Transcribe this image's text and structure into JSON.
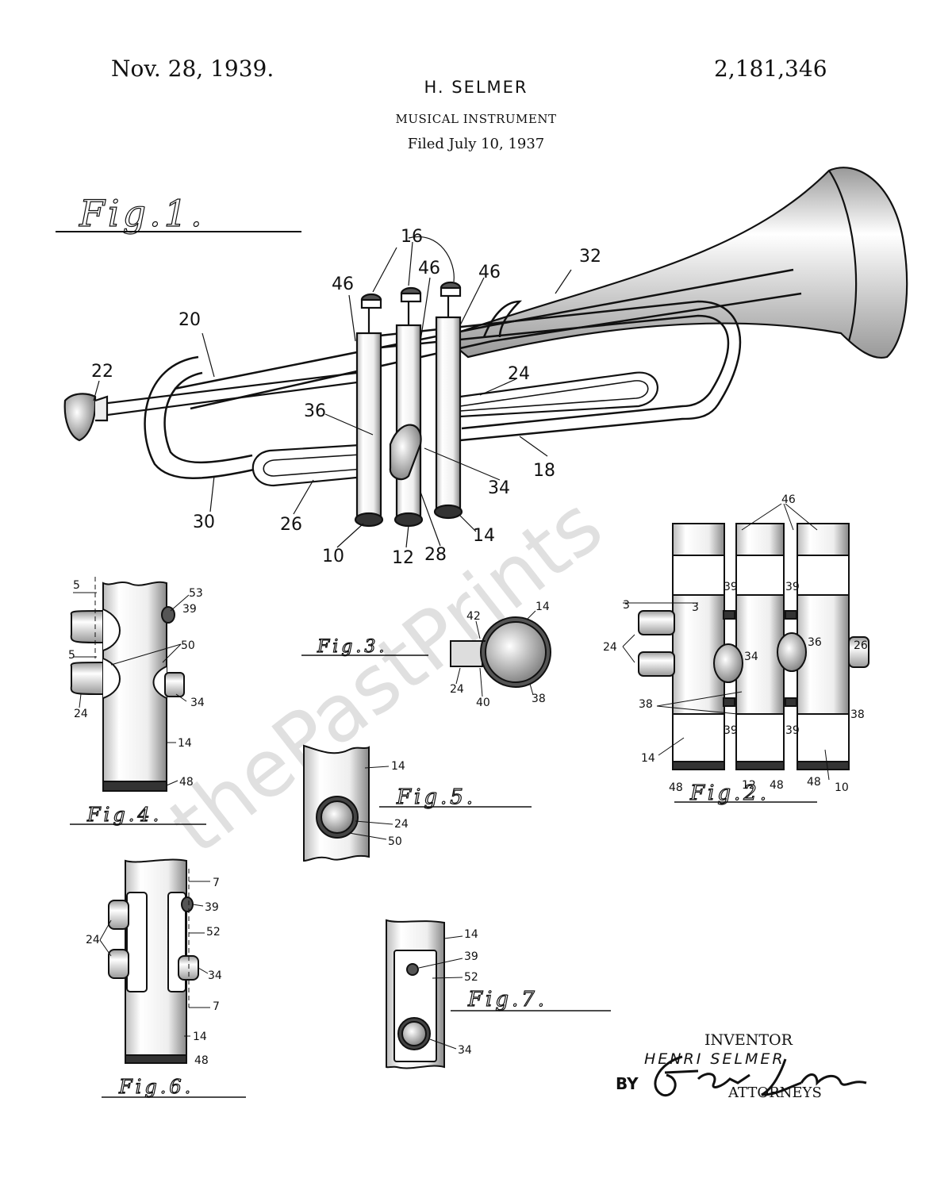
{
  "header": {
    "date": "Nov. 28, 1939.",
    "patent_number": "2,181,346",
    "inventor": "H. SELMER",
    "title": "MUSICAL INSTRUMENT",
    "filed": "Filed July 10, 1937"
  },
  "figures": {
    "fig1": {
      "caption": "Fig.1.",
      "labels": [
        "16",
        "32",
        "46",
        "46",
        "46",
        "20",
        "22",
        "24",
        "36",
        "18",
        "34",
        "30",
        "26",
        "10",
        "12",
        "28",
        "14"
      ]
    },
    "fig2": {
      "caption": "Fig.2.",
      "labels": [
        "46",
        "3",
        "3",
        "39",
        "39",
        "24",
        "34",
        "36",
        "26",
        "38",
        "38",
        "39",
        "39",
        "14",
        "48",
        "12",
        "48",
        "48",
        "10"
      ]
    },
    "fig3": {
      "caption": "Fig.3.",
      "labels": [
        "42",
        "14",
        "24",
        "40",
        "38"
      ]
    },
    "fig4": {
      "caption": "Fig.4.",
      "labels": [
        "5",
        "53",
        "39",
        "50",
        "5",
        "24",
        "34",
        "14",
        "48"
      ]
    },
    "fig5": {
      "caption": "Fig.5.",
      "labels": [
        "14",
        "24",
        "50"
      ]
    },
    "fig6": {
      "caption": "Fig.6.",
      "labels": [
        "7",
        "39",
        "52",
        "24",
        "34",
        "7",
        "14",
        "48"
      ]
    },
    "fig7": {
      "caption": "Fig.7.",
      "labels": [
        "14",
        "39",
        "52",
        "34"
      ]
    }
  },
  "signature": {
    "inventor_label": "INVENTOR",
    "inventor_name": "HENRI SELMER",
    "by": "BY",
    "attorney_signature": "Edwin Leisohn",
    "attorneys_label": "ATTORNEYS"
  },
  "watermark": "thePastPrints"
}
